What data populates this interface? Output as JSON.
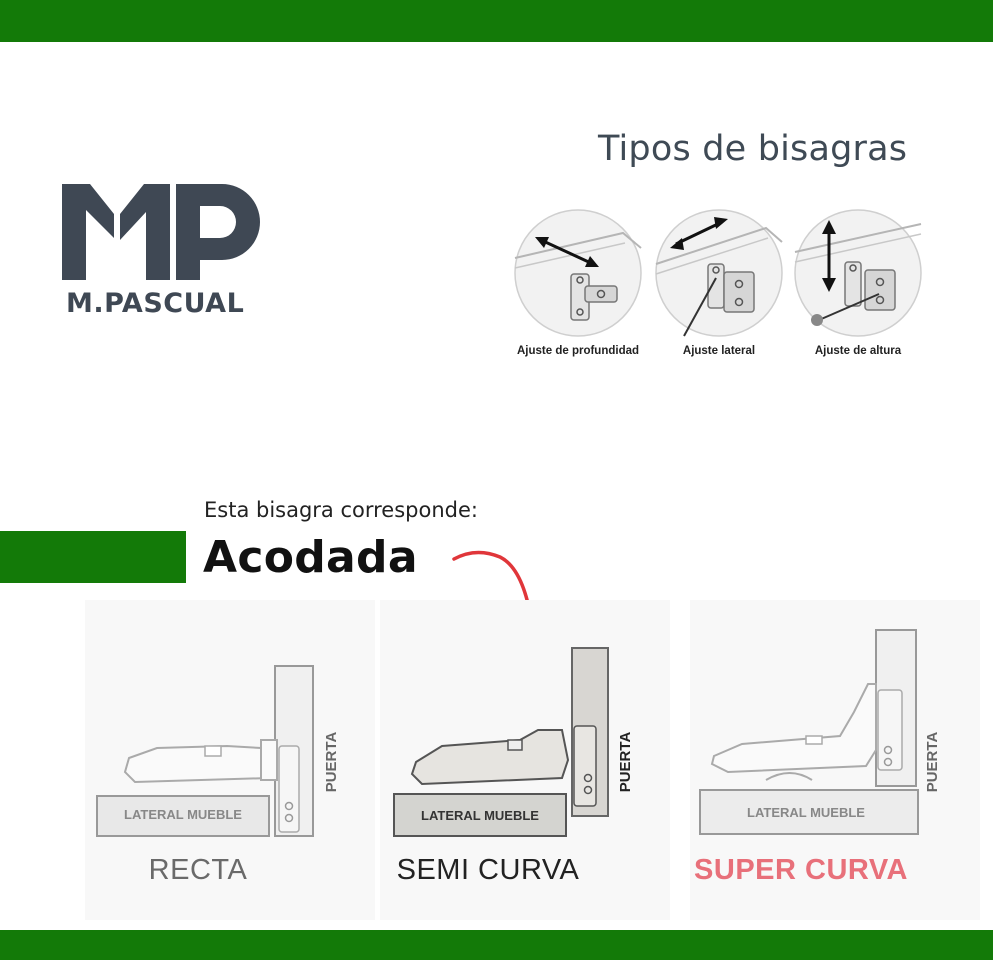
{
  "brand": {
    "monogram": "MP",
    "name": "M.PASCUAL",
    "color": "#3f4854"
  },
  "accent_color": "#137a08",
  "adjustments": {
    "title": "Tipos de bisagras",
    "items": [
      {
        "label": "Ajuste de profundidad",
        "icon": "depth-adjust-icon"
      },
      {
        "label": "Ajuste lateral",
        "icon": "lateral-adjust-icon"
      },
      {
        "label": "Ajuste de altura",
        "icon": "height-adjust-icon"
      }
    ]
  },
  "result": {
    "intro": "Esta bisagra corresponde:",
    "type": "Acodada",
    "arrow_color": "#e0363a"
  },
  "hinge_types": [
    {
      "name": "RECTA",
      "side_label": "LATERAL MUEBLE",
      "door_label": "PUERTA"
    },
    {
      "name": "SEMI CURVA",
      "side_label": "LATERAL MUEBLE",
      "door_label": "PUERTA"
    },
    {
      "name": "SUPER CURVA",
      "side_label": "LATERAL MUEBLE",
      "door_label": "PUERTA"
    }
  ]
}
